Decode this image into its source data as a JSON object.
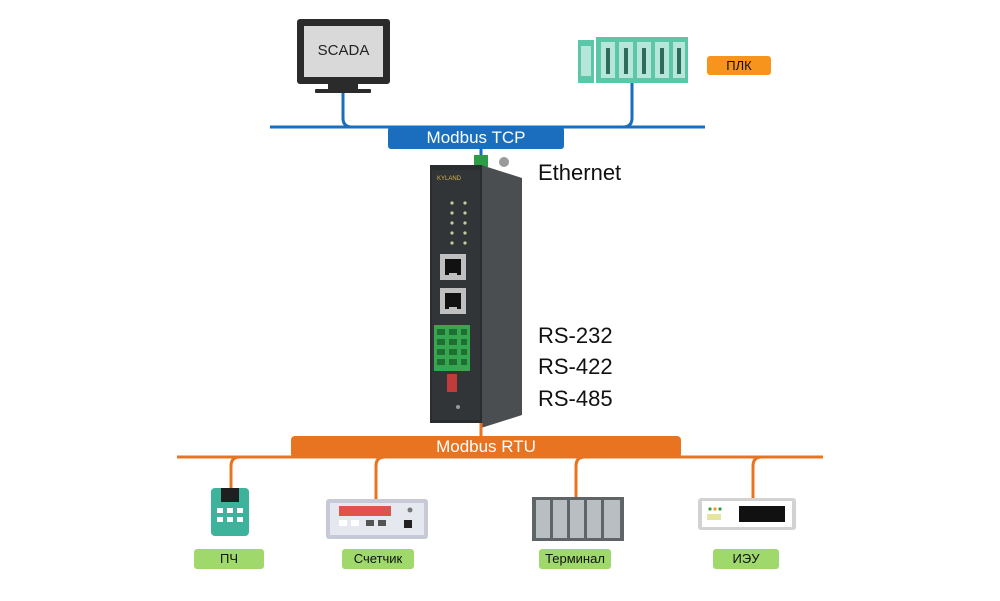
{
  "top_bus": {
    "label": "Modbus TCP",
    "color": "#1a6ebd"
  },
  "bottom_bus": {
    "label": "Modbus RTU",
    "color": "#e87422"
  },
  "top_devices": {
    "scada": {
      "label": "SCADA"
    },
    "plc": {
      "tag": "ПЛК",
      "tag_color": "#f7941d"
    }
  },
  "gateway": {
    "brand": "KYLAND",
    "ethernet_label": "Ethernet",
    "serial_labels": [
      "RS-232",
      "RS-422",
      "RS-485"
    ]
  },
  "bottom_devices": [
    {
      "tag": "ПЧ",
      "tag_color": "#9fd86b"
    },
    {
      "tag": "Счетчик",
      "tag_color": "#9fd86b"
    },
    {
      "tag": "Терминал",
      "tag_color": "#9fd86b"
    },
    {
      "tag": "ИЭУ",
      "tag_color": "#9fd86b"
    }
  ]
}
